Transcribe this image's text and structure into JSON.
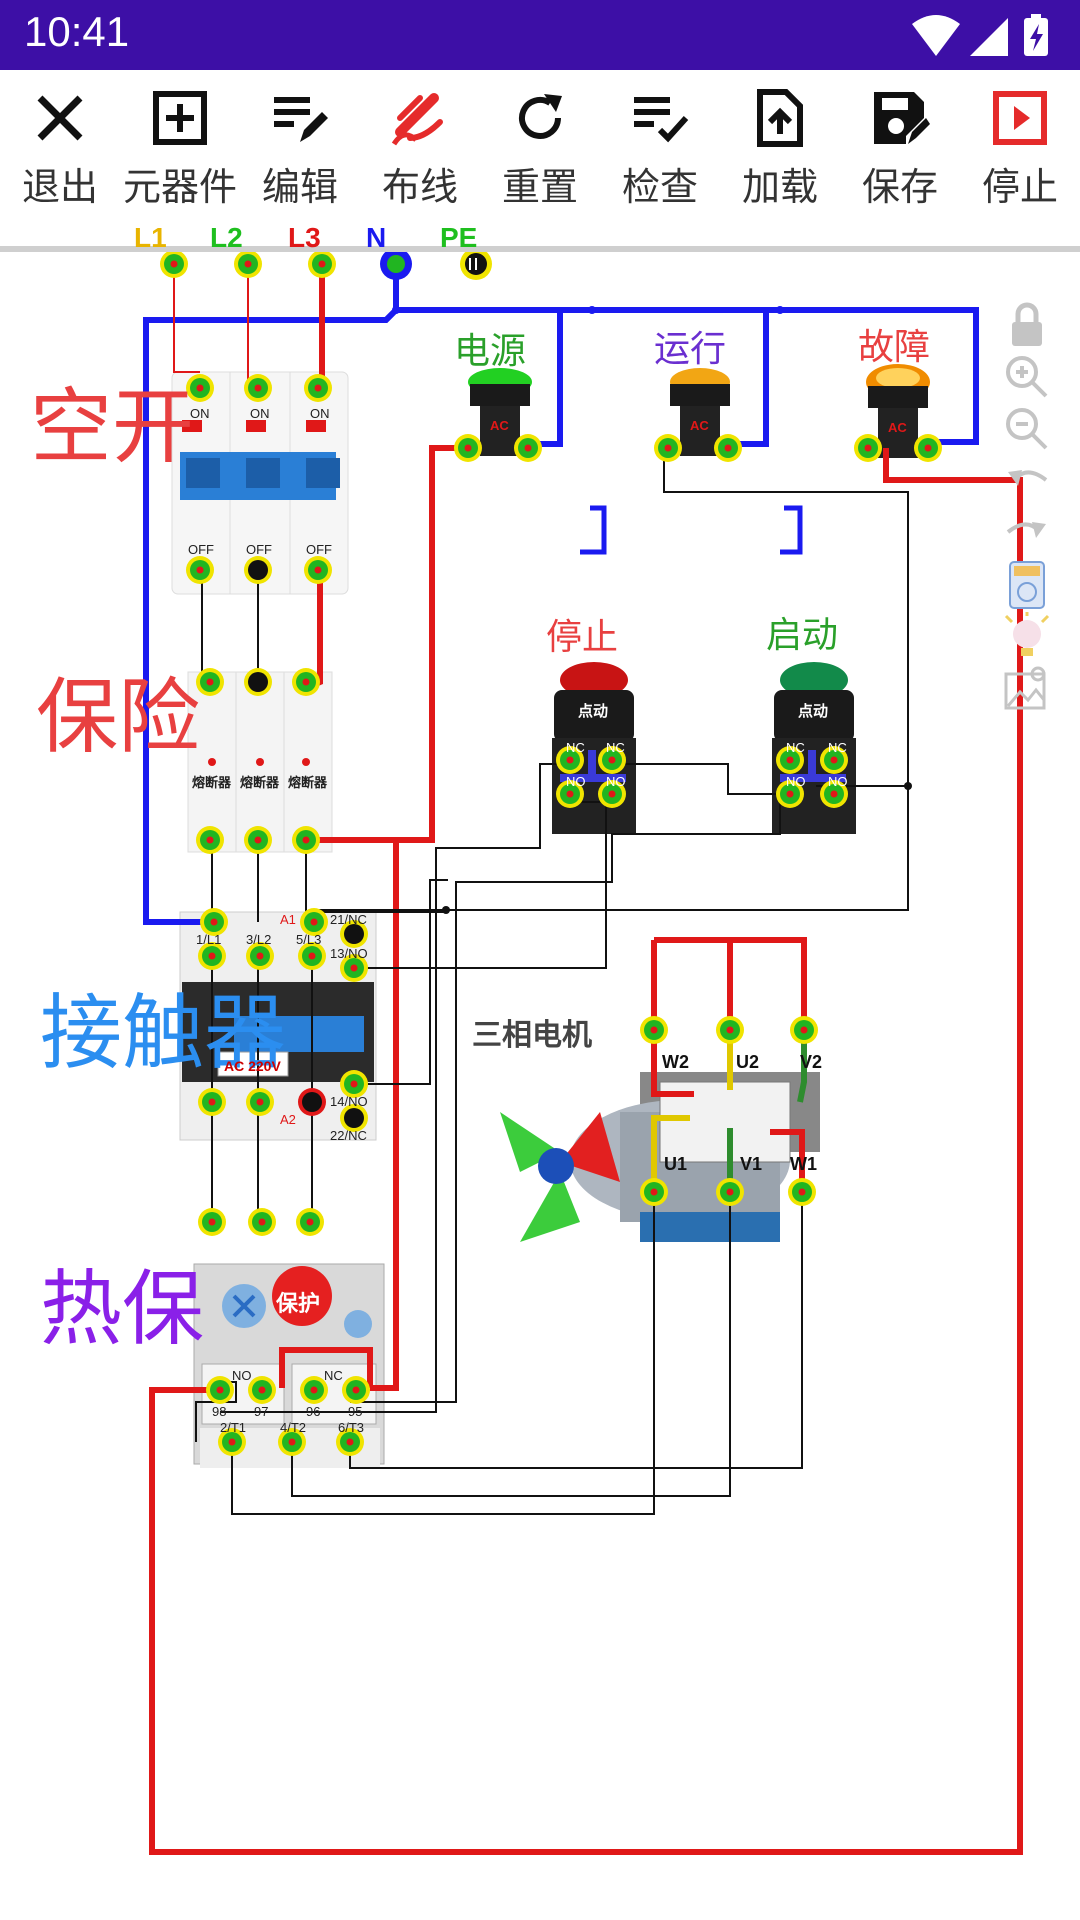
{
  "status": {
    "time": "10:41"
  },
  "toolbar": {
    "items": [
      {
        "label": "退出",
        "icon": "close-icon"
      },
      {
        "label": "元器件",
        "icon": "add-box-icon"
      },
      {
        "label": "编辑",
        "icon": "edit-list-icon"
      },
      {
        "label": "布线",
        "icon": "wire-icon"
      },
      {
        "label": "重置",
        "icon": "refresh-icon"
      },
      {
        "label": "检查",
        "icon": "check-list-icon"
      },
      {
        "label": "加载",
        "icon": "upload-file-icon"
      },
      {
        "label": "保存",
        "icon": "save-icon"
      },
      {
        "label": "停止",
        "icon": "stop-play-icon"
      }
    ]
  },
  "power": {
    "l1": "L1",
    "l2": "L2",
    "l3": "L3",
    "n": "N",
    "pe": "PE"
  },
  "sections": {
    "breaker": "空开",
    "fuse": "保险",
    "contactor": "接触器",
    "thermal": "热保"
  },
  "lamps": {
    "power": "电源",
    "run": "运行",
    "fault": "故障"
  },
  "buttons": {
    "stop": "停止",
    "start": "启动",
    "jog": "点动",
    "nc": "NC",
    "no": "NO"
  },
  "breaker": {
    "on": "ON",
    "off": "OFF"
  },
  "fuse": {
    "label": "熔断器"
  },
  "contactor": {
    "coil": "AC 220V",
    "t1": "1/L1",
    "t2": "3/L2",
    "t3": "5/L3",
    "nc21": "21/NC",
    "no13": "13/NO",
    "no14": "14/NO",
    "nc22": "22/NC",
    "a1": "A1",
    "a2": "A2"
  },
  "thermal": {
    "protect": "保护",
    "no": "NO",
    "nc": "NC",
    "t98": "98",
    "t97": "97",
    "t96": "96",
    "t95": "95",
    "t1": "2/T1",
    "t2": "4/T2",
    "t3": "6/T3"
  },
  "motor": {
    "title": "三相电机",
    "w2": "W2",
    "u2": "U2",
    "v2": "V2",
    "u1": "U1",
    "v1": "V1",
    "w1": "W1"
  },
  "lamp_code": "AC",
  "colors": {
    "statusbar": "#3d0fa6",
    "red": "#e01818",
    "blue": "#1a1af0",
    "green": "#19b419",
    "accent": "#e52b2b"
  }
}
